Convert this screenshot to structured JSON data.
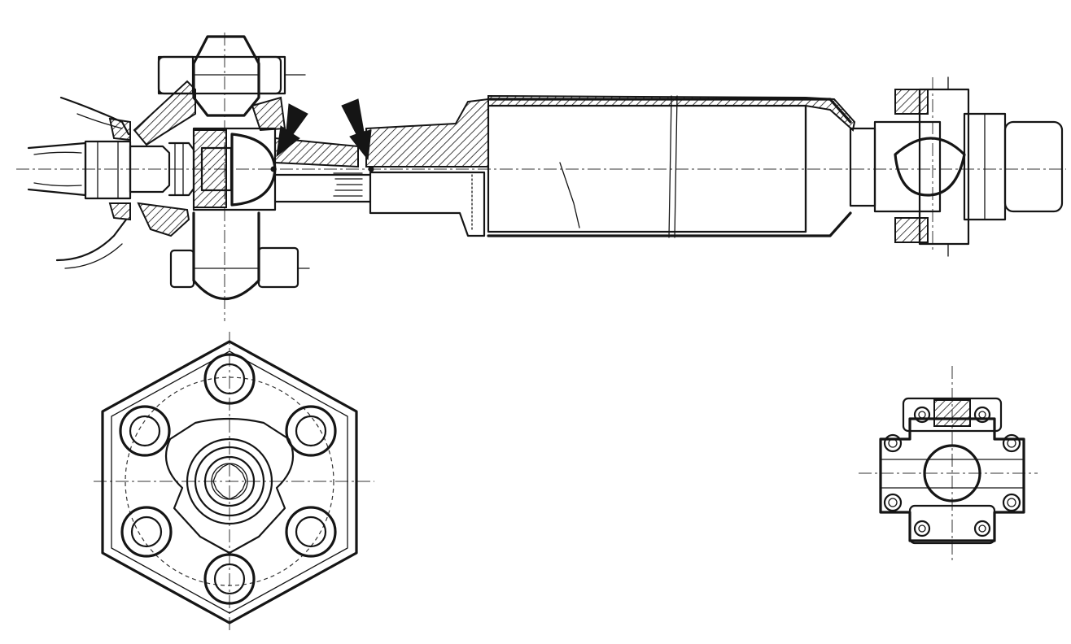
{
  "drawing": {
    "colors": {
      "background": "#ffffff",
      "ink": "#151515"
    },
    "views": [
      "shaft-longitudinal-section-view",
      "flexible-coupling-end-view",
      "universal-joint-end-view"
    ],
    "icons": [
      "arrow-marker-icon",
      "arrow-marker-icon"
    ]
  }
}
